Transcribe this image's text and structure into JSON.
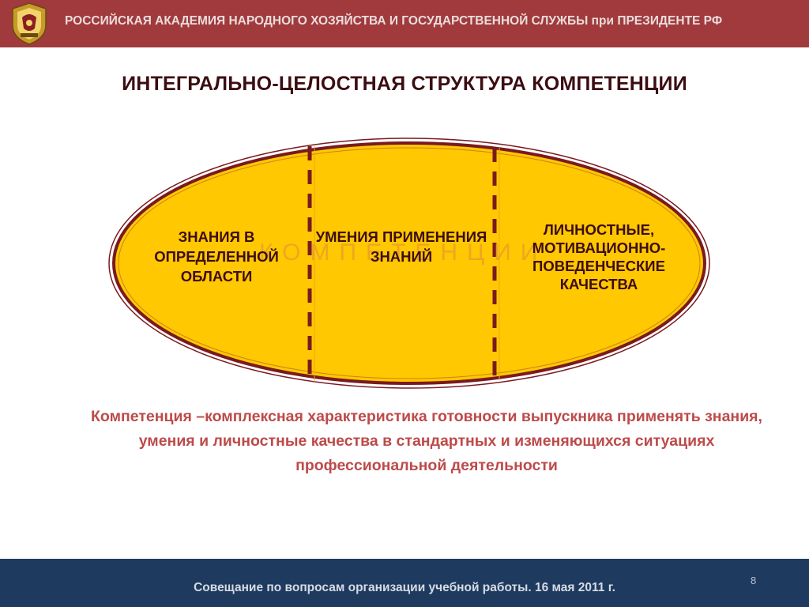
{
  "header": {
    "organization": "РОССИЙСКАЯ АКАДЕМИЯ НАРОДНОГО ХОЗЯЙСТВА И ГОСУДАРСТВЕННОЙ СЛУЖБЫ",
    "organization_suffix_lower": "при",
    "organization_suffix": "ПРЕЗИДЕНТЕ РФ",
    "logo_icon": "coat-of-arms-icon"
  },
  "slide": {
    "title": "ИНТЕГРАЛЬНО-ЦЕЛОСТНАЯ СТРУКТУРА КОМПЕТЕНЦИИ",
    "watermark": "КОМПЕТЕНЦИИ",
    "sectors": [
      {
        "text": "ЗНАНИЯ В ОПРЕДЕЛЕННОЙ ОБЛАСТИ"
      },
      {
        "text": "УМЕНИЯ ПРИМЕНЕНИЯ ЗНАНИЙ"
      },
      {
        "text": "ЛИЧНОСТНЫЕ, МОТИВАЦИОННО-ПОВЕДЕНЧЕСКИЕ КАЧЕСТВА"
      }
    ],
    "definition": "Компетенция –комплексная характеристика готовности выпускника  применять знания, умения и личностные качества в стандартных и изменяющихся ситуациях профессиональной деятельности"
  },
  "footer": {
    "text": "Совещание по вопросам  организации учебной работы. 16 мая 2011 г.",
    "page_number": "8"
  },
  "colors": {
    "header_bg": "#a03a3c",
    "footer_bg": "#1f3a5f",
    "ellipse_fill": "#ffc800",
    "ellipse_border": "#7a1a1f",
    "title_text": "#3c0d12",
    "definition_text": "#bd4a4a"
  }
}
